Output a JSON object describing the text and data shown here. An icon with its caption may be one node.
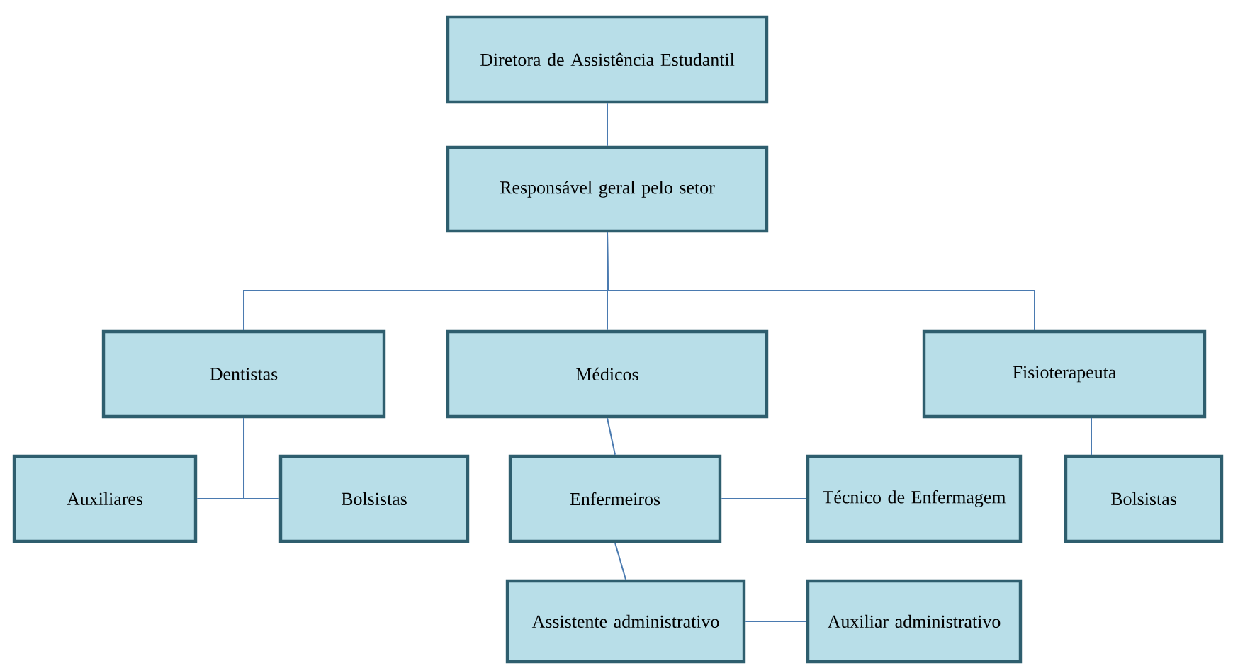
{
  "diagram": {
    "nodes": [
      {
        "text": [
          "Diretora de Assistência Estudantil"
        ]
      },
      {
        "text": [
          "Responsável geral pelo setor"
        ]
      },
      {
        "text": [
          "Dentistas"
        ]
      },
      {
        "text": [
          "Médicos"
        ]
      },
      {
        "text": [
          "Fisioterapeuta"
        ]
      },
      {
        "text": [
          "Auxiliares"
        ]
      },
      {
        "text": [
          "Bolsistas"
        ]
      },
      {
        "text": [
          "Enfermeiros"
        ]
      },
      {
        "text": [
          "Técnico de Enfermagem"
        ]
      },
      {
        "text": [
          "Bolsistas"
        ]
      },
      {
        "text": [
          "Assistente administrativo"
        ]
      },
      {
        "text": [
          "Auxiliar administrativo"
        ]
      }
    ],
    "edges": [
      {
        "from": 0,
        "to": 1,
        "arrow": "none"
      },
      {
        "from": 1,
        "to": 2,
        "arrow": "none"
      },
      {
        "from": 1,
        "to": 3,
        "arrow": "none"
      },
      {
        "from": 1,
        "to": 4,
        "arrow": "none"
      },
      {
        "from": 2,
        "to": 5,
        "arrow": "none"
      },
      {
        "from": 2,
        "to": 6,
        "arrow": "none"
      },
      {
        "from": 3,
        "to": 7,
        "arrow": "none"
      },
      {
        "from": 7,
        "to": 8,
        "arrow": "none"
      },
      {
        "from": 4,
        "to": 9,
        "arrow": "none"
      },
      {
        "from": 7,
        "to": 10,
        "arrow": "none"
      },
      {
        "from": 10,
        "to": 11,
        "arrow": "none"
      }
    ]
  }
}
